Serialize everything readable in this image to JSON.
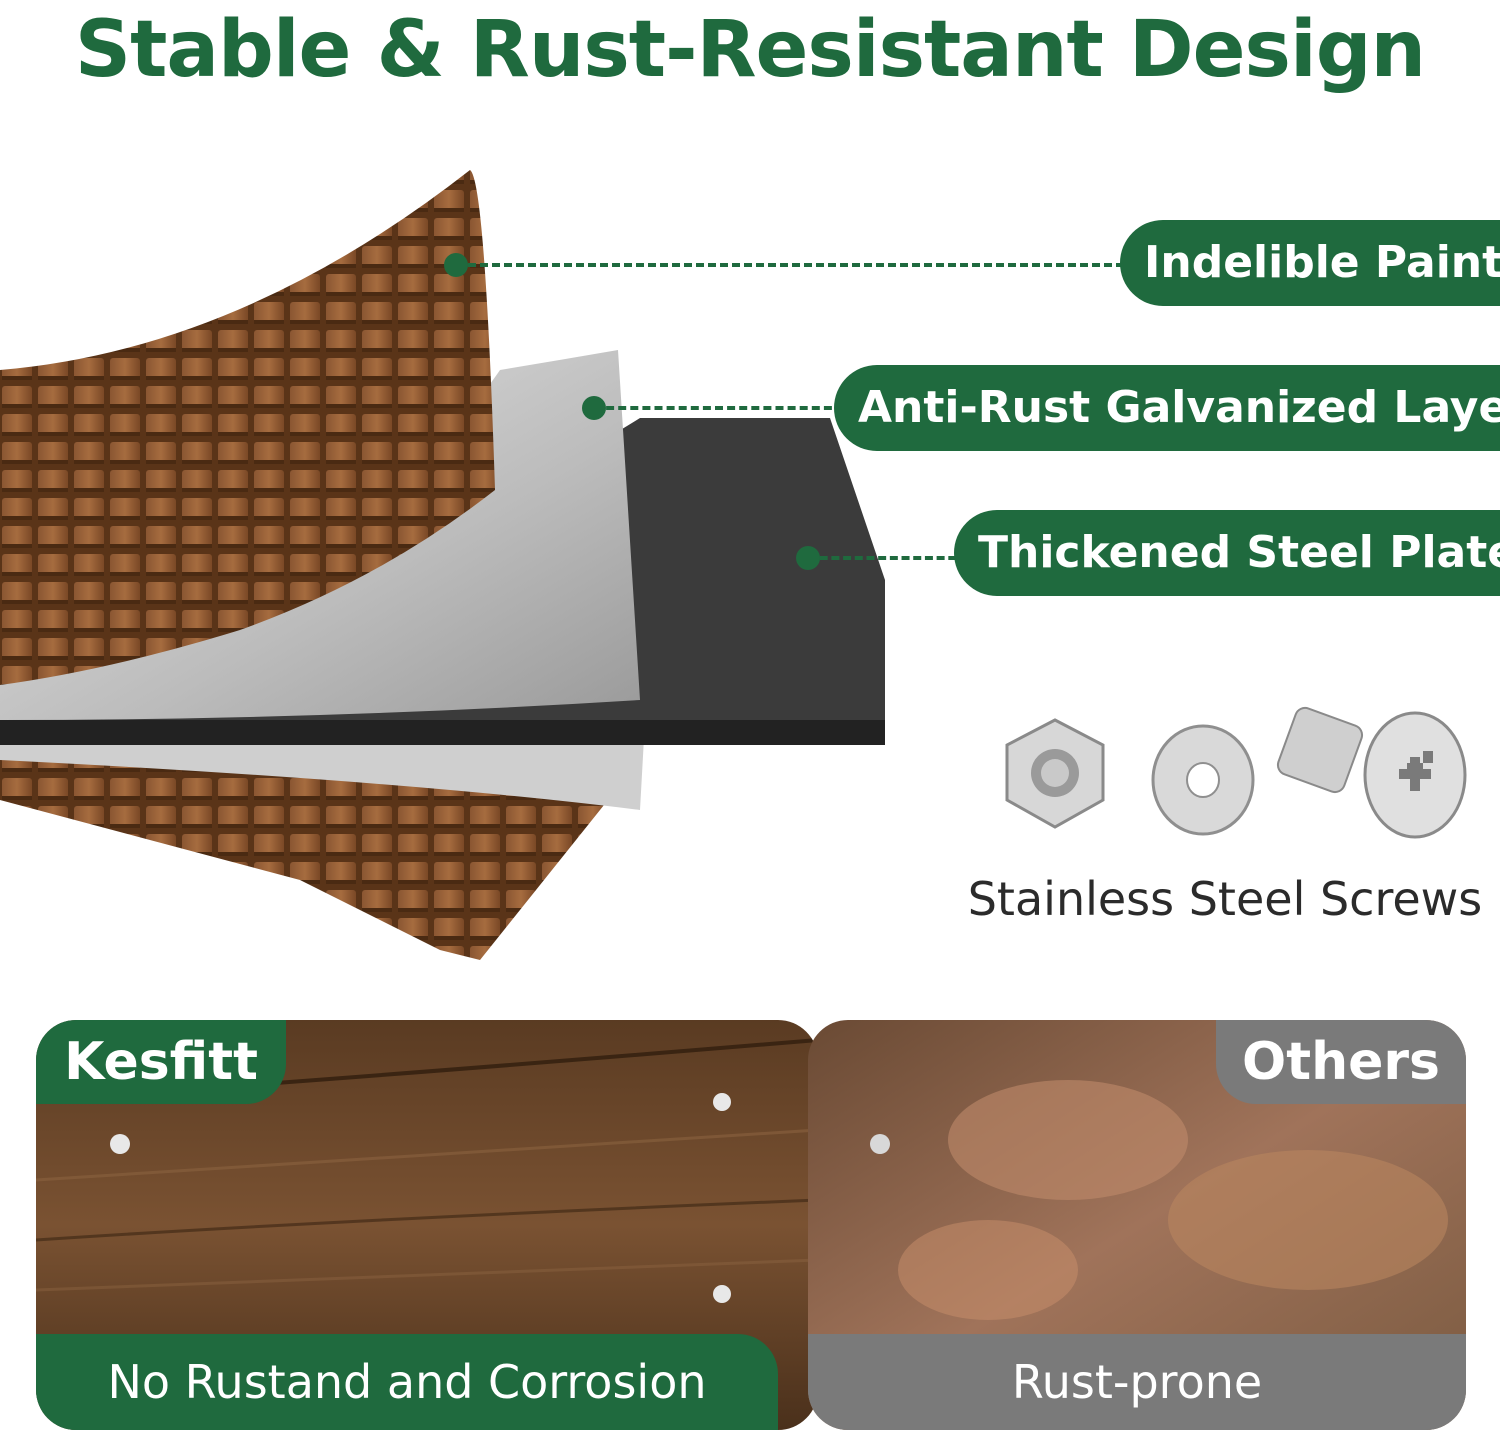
{
  "header": {
    "title": "Stable & Rust-Resistant Design",
    "title_color": "#1f6a3e"
  },
  "layers": [
    {
      "label": "Indelible Paint",
      "icon": "wood-grain-layer-icon"
    },
    {
      "label": "Anti-Rust Galvanized Layer",
      "icon": "galvanized-layer-icon"
    },
    {
      "label": "Thickened Steel Plate",
      "icon": "steel-plate-icon"
    }
  ],
  "hardware": {
    "caption": "Stainless Steel Screws",
    "items": [
      "hex-nut-icon",
      "washer-icon",
      "screw-icon"
    ]
  },
  "comparison": {
    "ours": {
      "badge": "Kesfitt",
      "caption": "No Rustand and Corrosion",
      "color": "#1f6a3e"
    },
    "others": {
      "badge": "Others",
      "caption": "Rust-prone",
      "color": "#7a7a7a"
    }
  },
  "colors": {
    "brand_green": "#1f6a3e",
    "gray": "#7a7a7a",
    "wood": "#7a4a2a",
    "steel": "#3a3a3a",
    "galvanized": "#bdbdbd"
  }
}
